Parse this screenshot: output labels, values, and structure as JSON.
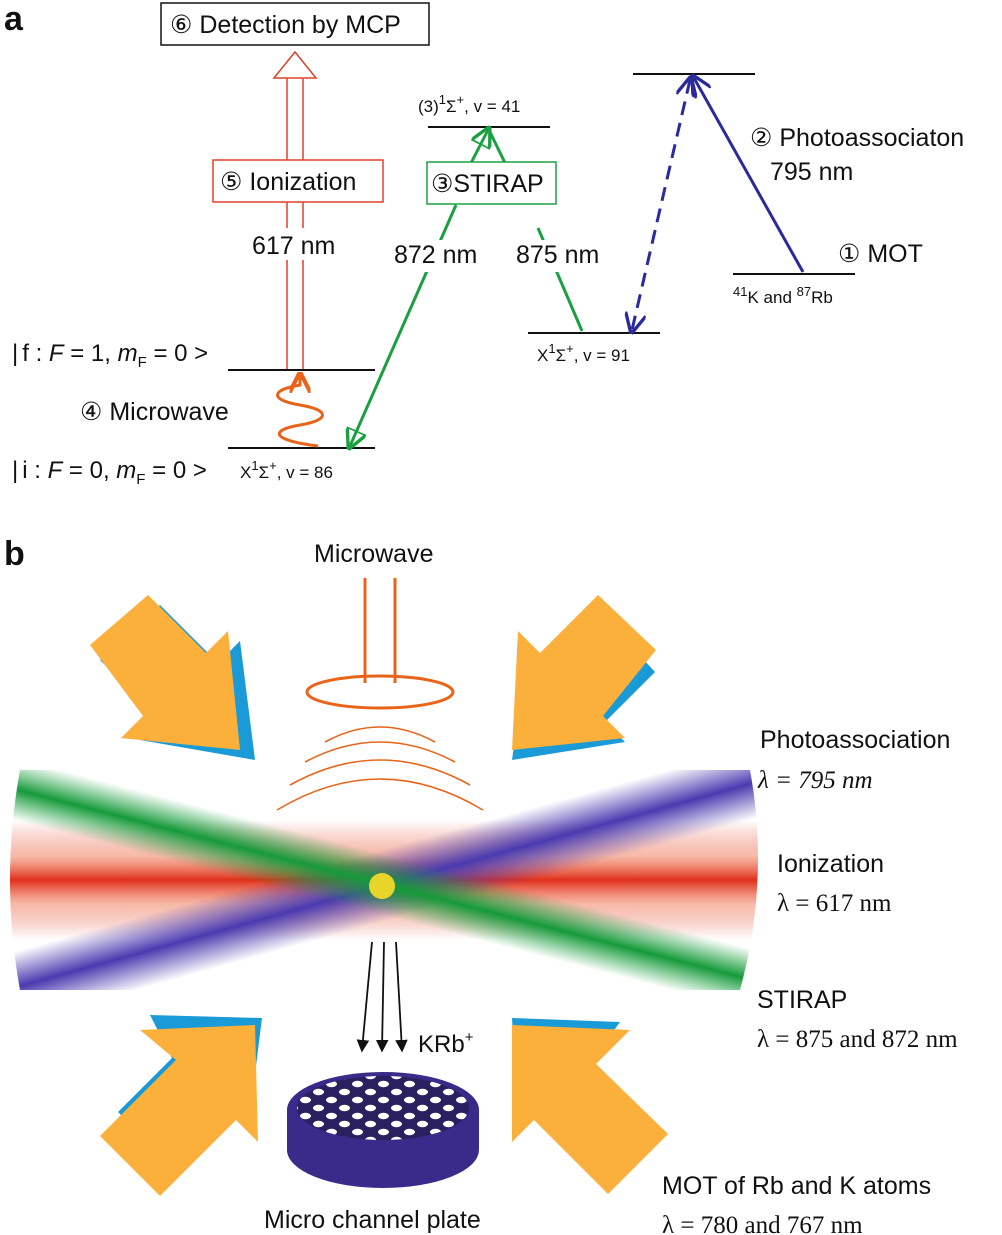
{
  "panel_a": {
    "label": "a",
    "step6": "⑥ Detection by MCP",
    "step5": "⑤ Ionization",
    "step3": "③STIRAP",
    "step2": "② Photoassociaton",
    "step2_wavelength": "795 nm",
    "step1": "① MOT",
    "step4": "④ Microwave",
    "ionization_wavelength": "617 nm",
    "stirap_wavelength_1": "872 nm",
    "stirap_wavelength_2": "875 nm",
    "level_top_mid": {
      "prefix": "(3)",
      "sup": "1",
      "body": "Σ",
      "sup2": "+",
      "tail": ", v = 41"
    },
    "level_atoms": {
      "sup1": "41",
      "k": "K and ",
      "sup2": "87",
      "rb": "Rb"
    },
    "level_v91": {
      "x": "X",
      "sup": "1",
      "body": "Σ",
      "sup2": "+",
      "tail": ", v = 91"
    },
    "level_v86": {
      "x": "X",
      "sup": "1",
      "body": "Σ",
      "sup2": "+",
      "tail": ", v = 86"
    },
    "state_f": {
      "bar": "|",
      "name": "f : ",
      "F": "F",
      "Fval": " = 1, ",
      "m": "m",
      "sub": "F",
      "mval": " = 0 >"
    },
    "state_i": {
      "bar": "|",
      "name": "i : ",
      "F": "F",
      "Fval": " = 0, ",
      "m": "m",
      "sub": "F",
      "mval": " = 0 >"
    }
  },
  "panel_b": {
    "label": "b",
    "microwave": "Microwave",
    "photoassociation": "Photoassociation",
    "photoassociation_lambda": "λ = 795 nm",
    "ionization": "Ionization",
    "ionization_lambda": "λ = 617 nm",
    "stirap": "STIRAP",
    "stirap_lambda": "λ = 875 and 872 nm",
    "krb": "KRb",
    "krb_sup": "+",
    "mcp": "Micro channel plate",
    "mot": "MOT of Rb and K atoms",
    "mot_lambda": "λ = 780 and 767 nm"
  },
  "colors": {
    "ionization_red": "#e0402a",
    "stirap_green": "#1aa040",
    "photoassociation_blue": "#2a2a9a",
    "microwave_orange": "#e8641a",
    "mot_arrow_orange": "#fbb03b",
    "mot_arrow_cyan": "#1a9ad6",
    "atom_yellow": "#e8d52a",
    "mcp_purple": "#3a2a8a"
  }
}
